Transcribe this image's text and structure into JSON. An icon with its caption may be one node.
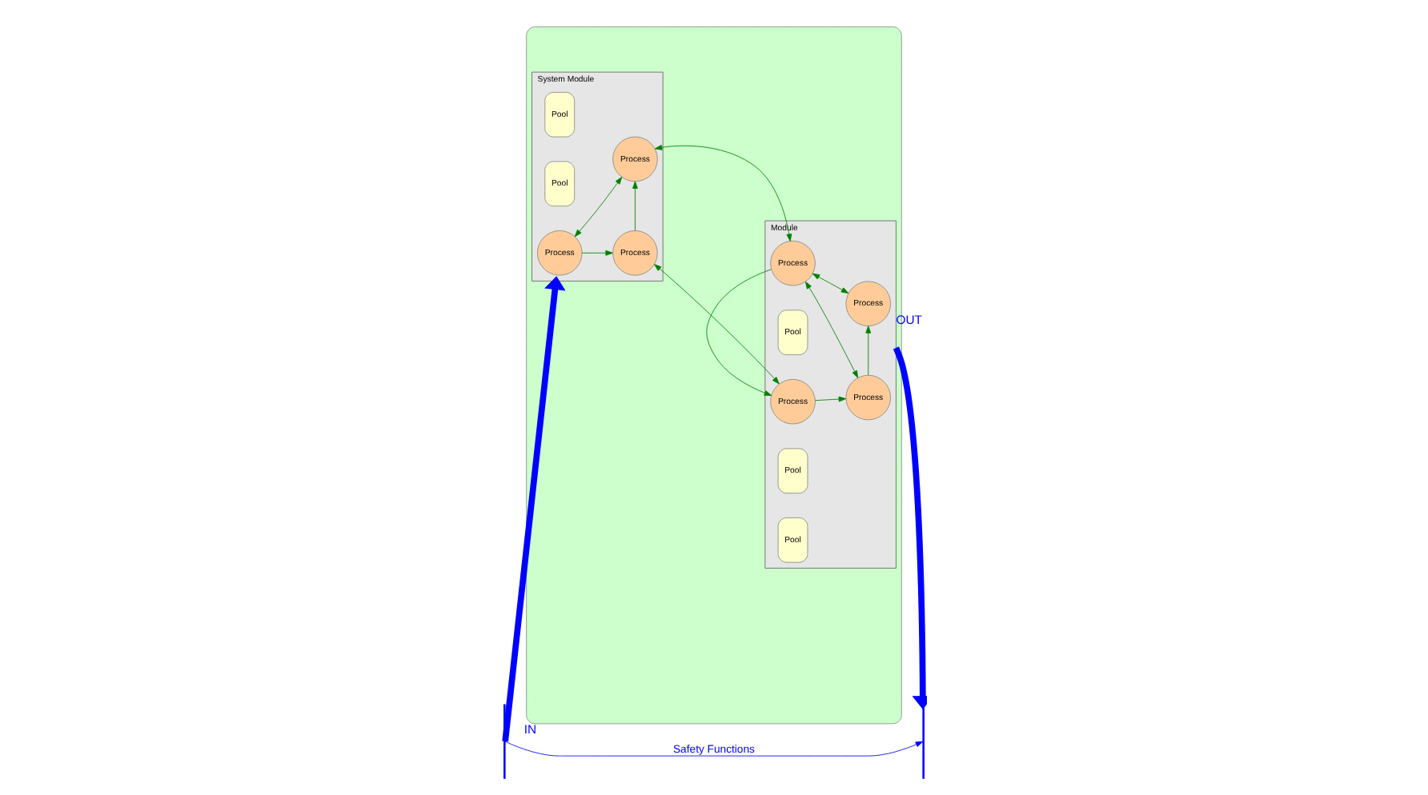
{
  "diagram": {
    "nodes": [
      {
        "text": [],
        "shape": "bar"
      },
      {
        "text": [],
        "shape": "box"
      },
      {
        "text": [
          "System Module"
        ],
        "in": 1
      },
      {
        "text": [
          "Process"
        ],
        "in": 2
      },
      {
        "text": [
          "Process"
        ],
        "in": 2
      },
      {
        "text": [
          "Process"
        ],
        "in": 2
      },
      {
        "text": [
          "Pool"
        ],
        "in": 2
      },
      {
        "text": [
          "Pool"
        ],
        "in": 2
      },
      {
        "text": [
          "Module"
        ],
        "in": 1
      },
      {
        "text": [
          "Process"
        ],
        "in": 8
      },
      {
        "text": [
          "Process"
        ],
        "in": 8
      },
      {
        "text": [
          "Process"
        ],
        "in": 8
      },
      {
        "text": [
          "Process"
        ],
        "in": 8
      },
      {
        "text": [
          "Pool"
        ],
        "in": 8
      },
      {
        "text": [
          "Pool"
        ],
        "in": 8
      },
      {
        "text": [
          "Pool"
        ],
        "in": 8
      },
      {
        "text": [],
        "shape": "bar"
      }
    ],
    "edges": [
      {
        "from": 0,
        "to": 2,
        "arrow": "to",
        "label": "IN",
        "style": "thick",
        "color": "#0000ff"
      },
      {
        "from": 3,
        "to": 4,
        "arrow": "to"
      },
      {
        "from": 3,
        "to": 5,
        "arrow": "both"
      },
      {
        "from": 4,
        "to": 5,
        "arrow": "to"
      },
      {
        "from": 4,
        "to": 9,
        "arrow": "both"
      },
      {
        "from": 5,
        "to": 11,
        "arrow": "both"
      },
      {
        "from": 9,
        "to": 10,
        "arrow": "to"
      },
      {
        "from": 11,
        "to": 9,
        "arrow": "to"
      },
      {
        "from": 11,
        "to": 10,
        "arrow": "both"
      },
      {
        "from": 10,
        "to": 12,
        "arrow": "to"
      },
      {
        "from": 11,
        "to": 12,
        "arrow": "both"
      },
      {
        "from": 8,
        "to": 16,
        "arrow": "to",
        "label": "OUT",
        "style": "thick",
        "color": "#0000ff"
      },
      {
        "from": 0,
        "to": 16,
        "arrow": "to",
        "label": "Safety Functions",
        "color": "#0000ff"
      }
    ]
  }
}
